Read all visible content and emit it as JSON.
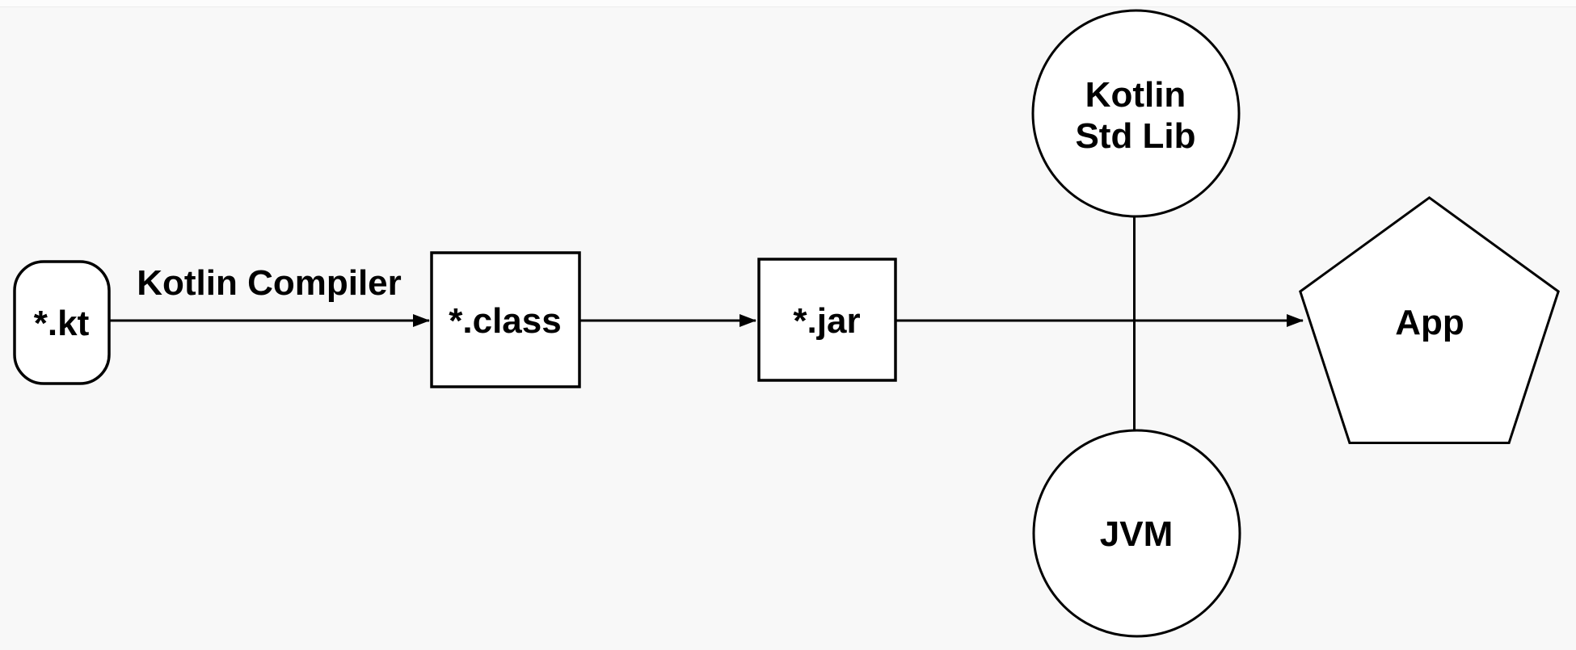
{
  "page": {
    "background_color": "#f8f8f8",
    "top_strip_color": "#fcfcfc",
    "top_strip_border_color": "#ececec"
  },
  "diagram": {
    "stroke_color": "#000000",
    "node_fill_color": "#ffffff",
    "text_color": "#000000",
    "nodes": {
      "kt": {
        "label": "*.kt",
        "shape": "rounded-rectangle"
      },
      "class_files": {
        "label": "*.class",
        "shape": "rectangle"
      },
      "jar": {
        "label": "*.jar",
        "shape": "rectangle"
      },
      "kotlin_std_lib": {
        "label": "Kotlin Std Lib",
        "label_line1": "Kotlin",
        "label_line2": "Std Lib",
        "shape": "circle"
      },
      "jvm": {
        "label": "JVM",
        "shape": "circle"
      },
      "app": {
        "label": "App",
        "shape": "pentagon"
      }
    },
    "edges": [
      {
        "from": "kt",
        "to": "class_files",
        "label": "Kotlin Compiler",
        "arrow": true
      },
      {
        "from": "class_files",
        "to": "jar",
        "label": "",
        "arrow": true
      },
      {
        "from": "jar",
        "to": "app",
        "label": "",
        "arrow": true
      },
      {
        "from": "kotlin_std_lib",
        "to": "jvm",
        "label": "",
        "arrow": false
      }
    ]
  }
}
